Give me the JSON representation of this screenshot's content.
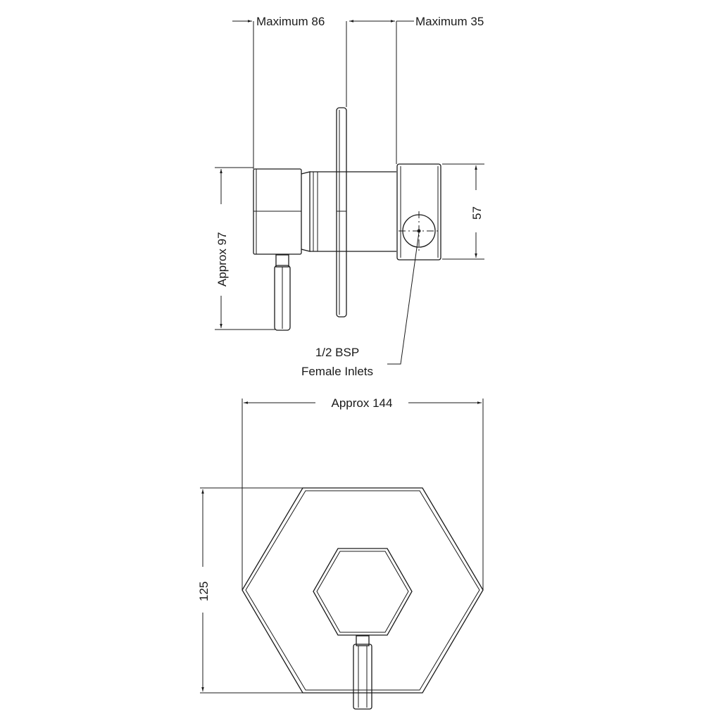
{
  "drawing": {
    "side_view": {
      "dim_max_86": "Maximum 86",
      "dim_max_35": "Maximum 35",
      "dim_approx_97": "Approx 97",
      "dim_57": "57",
      "callout_line1": "1/2 BSP",
      "callout_line2": "Female Inlets"
    },
    "front_view": {
      "dim_approx_144": "Approx 144",
      "dim_125": "125"
    },
    "colors": {
      "line": "#1a1a1a",
      "background": "#ffffff"
    }
  }
}
